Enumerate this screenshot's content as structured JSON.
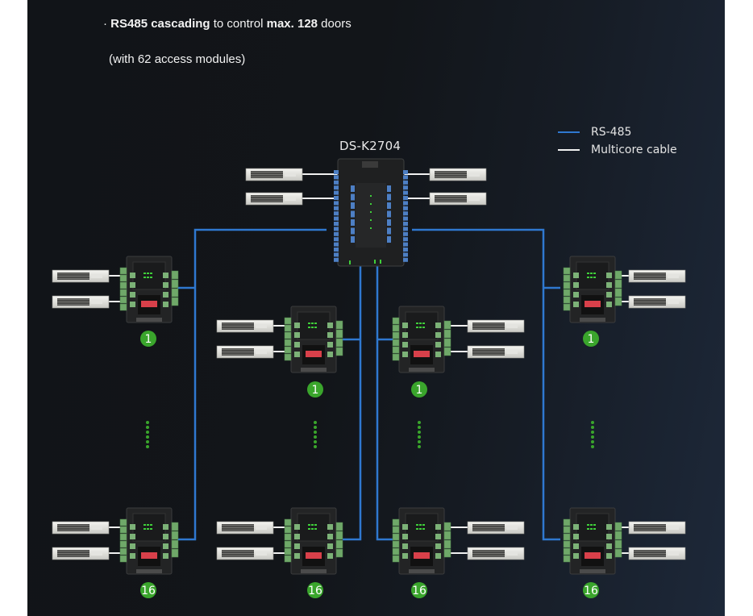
{
  "headline": {
    "bullet": "·",
    "parts": [
      {
        "text": "RS485 cascading",
        "bold": true
      },
      {
        "text": " to control ",
        "bold": false
      },
      {
        "text": "max. 128",
        "bold": true
      },
      {
        "text": " doors",
        "bold": false
      }
    ],
    "subline": "(with 62 access modules)"
  },
  "legend": [
    {
      "label": "RS-485",
      "color": "#2f78d0"
    },
    {
      "label": "Multicore cable",
      "color": "#f0f0f0"
    }
  ],
  "controller": {
    "model": "DS-K2704",
    "doors": 4
  },
  "branches": [
    {
      "side": "left-outer",
      "modules": [
        {
          "index": "1"
        },
        {
          "index": "16"
        }
      ],
      "ellipsis_dots": 6
    },
    {
      "side": "left-inner",
      "modules": [
        {
          "index": "1"
        },
        {
          "index": "16"
        }
      ],
      "ellipsis_dots": 6
    },
    {
      "side": "right-inner",
      "modules": [
        {
          "index": "1"
        },
        {
          "index": "16"
        }
      ],
      "ellipsis_dots": 6
    },
    {
      "side": "right-outer",
      "modules": [
        {
          "index": "1"
        },
        {
          "index": "16"
        }
      ],
      "ellipsis_dots": 6
    }
  ],
  "colors": {
    "rs485": "#2f78d0",
    "multicore": "#f0f0f0",
    "badge": "#3aa52c",
    "dots": "#3aa52c"
  }
}
